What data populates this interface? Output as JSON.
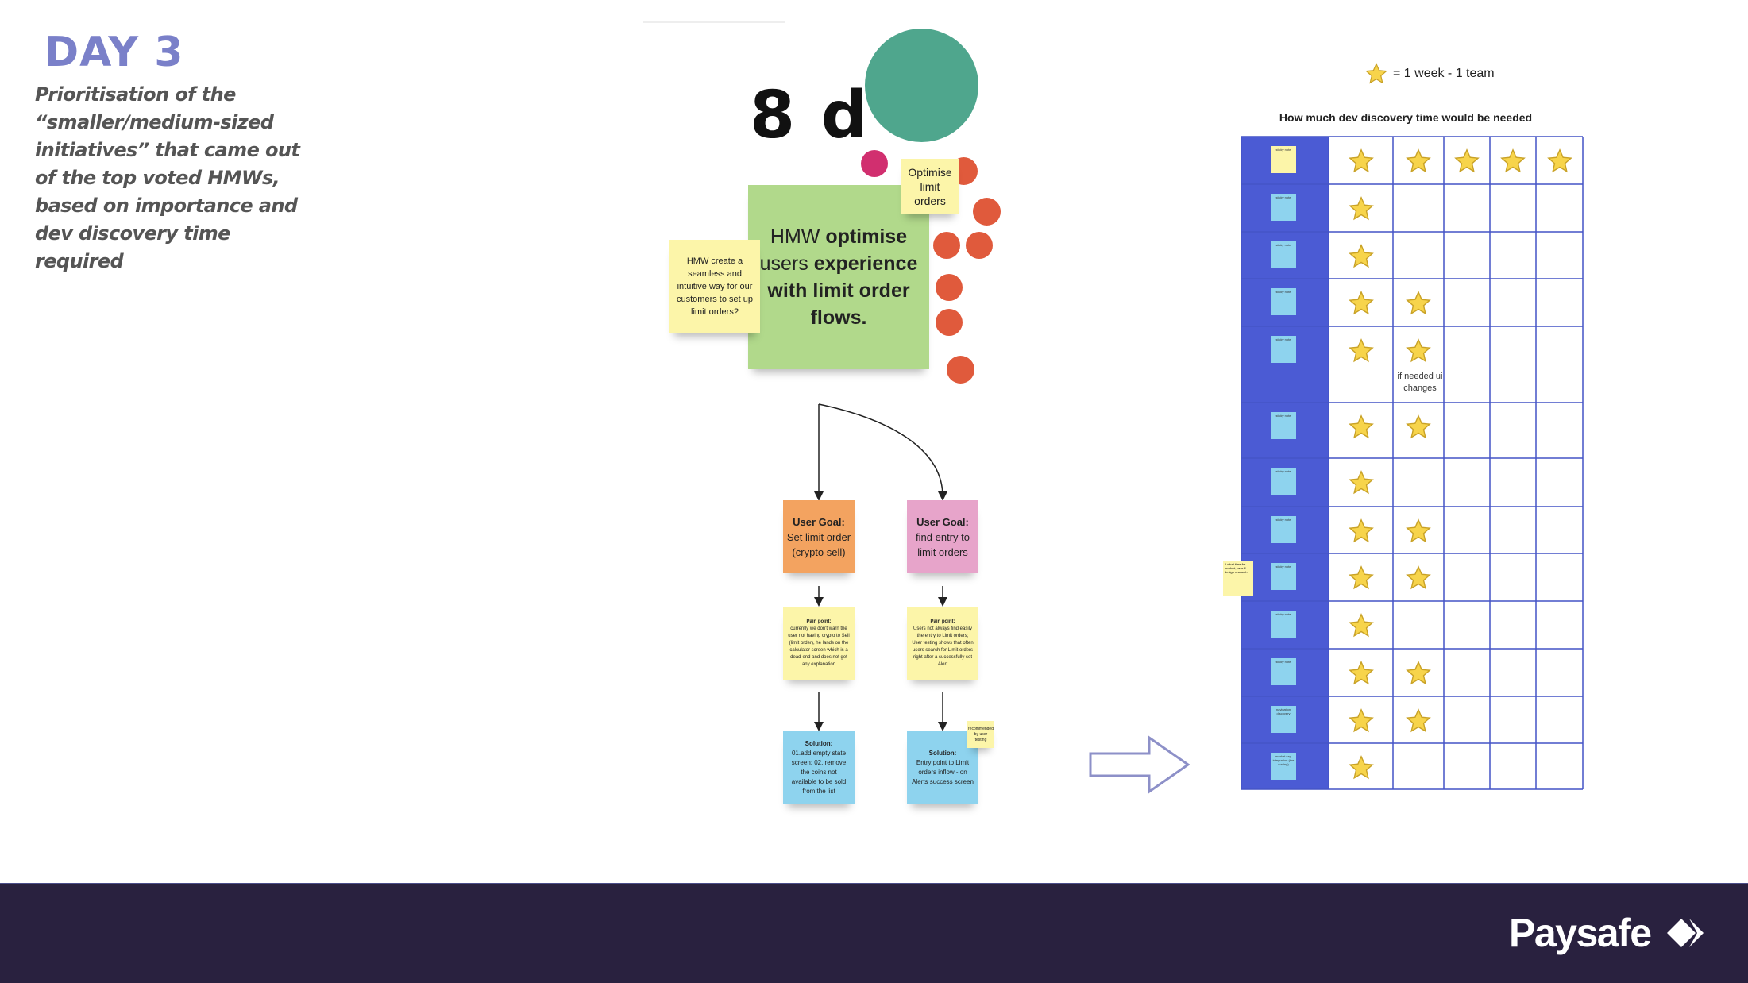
{
  "slide": {
    "title": "DAY 3",
    "description": "Prioritisation of the “smaller/medium-sized initiatives” that came out of the top voted HMWs, based on importance and dev discovery time required"
  },
  "board": {
    "duration_label": "8 d",
    "hmw_main": {
      "prefix": "HMW ",
      "bold1": "optimise",
      "mid": " users ",
      "bold2": "experience with limit order flows."
    },
    "optimise_note": "Optimise limit orders",
    "hmw_small": "HMW create a seamless and intuitive way for our customers to set up limit orders?",
    "flows": [
      {
        "goal_head": "User Goal:",
        "goal_text": "Set limit order (crypto sell)",
        "pain_head": "Pain point:",
        "pain_text": "currently we don't warn the user not having crypto to Sell (limit order), he lands on the calculator screen which is a dead-end and does not get any explanation",
        "solution_head": "Solution:",
        "solution_text": "01.add empty state screen; 02. remove the coins not available to be sold from the list"
      },
      {
        "goal_head": "User Goal:",
        "goal_text": "find entry to limit orders",
        "pain_head": "Pain point:",
        "pain_text": "Users not always find easily the entry to Limit orders; User testing shows that often users search for Limit orders right after a successfully set Alert",
        "solution_head": "Solution:",
        "solution_text": "Entry point to Limit orders inflow - on Alerts success screen",
        "note": "recommended by user testing"
      }
    ],
    "colors": {
      "green_sticky": "#b1d98b",
      "yellow_sticky": "#fcf5a9",
      "orange_sticky": "#f3a360",
      "pink_sticky": "#e7a4ca",
      "blue_sticky": "#8ed3ee",
      "teal_circle": "#4fa68d",
      "vote_dot": "#e05a3c",
      "magenta_dot": "#d12f6f"
    }
  },
  "table": {
    "legend": "= 1 week - 1 team",
    "title": "How much dev discovery time would be needed",
    "column_color": "#4b5bd4",
    "rows": [
      {
        "note": "sticky note",
        "stars": 5
      },
      {
        "note": "sticky note",
        "stars": 1
      },
      {
        "note": "sticky note",
        "stars": 1
      },
      {
        "note": "sticky note",
        "stars": 2
      },
      {
        "note": "sticky note",
        "stars": 2,
        "annotation": "if needed ui changes"
      },
      {
        "note": "sticky note",
        "stars": 2
      },
      {
        "note": "sticky note",
        "stars": 1
      },
      {
        "note": "sticky note",
        "stars": 2
      },
      {
        "note": "sticky note",
        "stars": 2
      },
      {
        "note": "sticky note",
        "stars": 1
      },
      {
        "note": "sticky note",
        "stars": 2
      },
      {
        "note": "navigation discovery",
        "stars": 2
      },
      {
        "note": "market cap integration (the sorting)",
        "stars": 1
      }
    ],
    "side_note": "1 what time for product, user & design research"
  },
  "footer": {
    "brand": "Paysafe"
  }
}
